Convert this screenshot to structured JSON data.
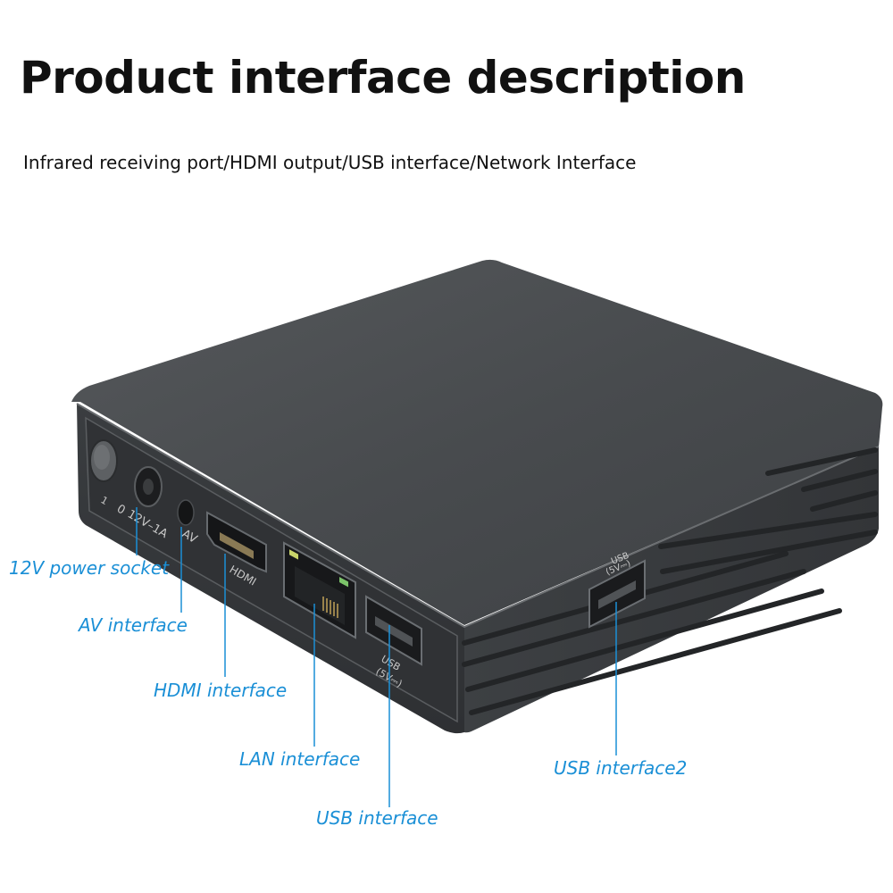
{
  "header": {
    "title": "Product interface description",
    "subtitle": "Infrared receiving port/HDMI output/USB interface/Network Interface"
  },
  "device": {
    "port_labels": {
      "power_rating": "12V–1A",
      "power_prefix": "0",
      "av": "AV",
      "hdmi": "HDMI",
      "usb_front": "USB",
      "usb_front_rating": "(5V⎓)",
      "usb_side": "USB",
      "usb_side_rating": "(5V⎓)"
    }
  },
  "callouts": {
    "power": "12V power socket",
    "av": "AV interface",
    "hdmi": "HDMI interface",
    "lan": "LAN interface",
    "usb": "USB interface",
    "usb2": "USB interface2"
  },
  "colors": {
    "callout": "#1a8fd6",
    "box_top": "#4a4d50",
    "box_side": "#3a3c3f"
  }
}
